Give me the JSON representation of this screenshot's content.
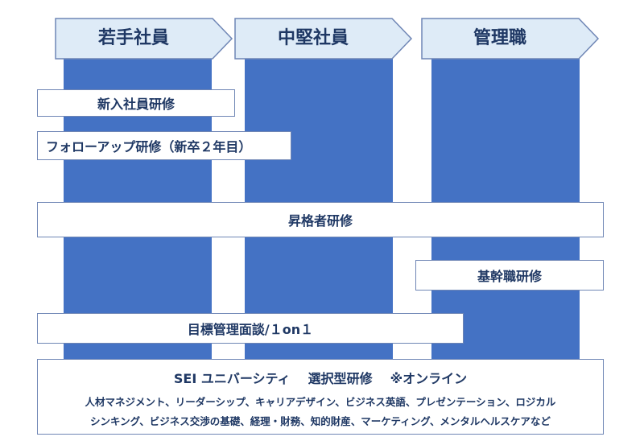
{
  "headers": [
    {
      "label": "若手社員"
    },
    {
      "label": "中堅社員"
    },
    {
      "label": "管理職"
    }
  ],
  "trainings": {
    "new_hire": "新入社員研修",
    "follow_up": "フォローアップ研修（新卒２年目）",
    "promotion": "昇格者研修",
    "core_manager": "基幹職研修",
    "goal_management": "目標管理面談/１on１"
  },
  "sei": {
    "title_main": "SEI ユニバーシティ",
    "title_sub": "選択型研修",
    "title_note": "※オンライン",
    "line1": "人材マネジメント、リーダーシップ、キャリアデザイン、ビジネス英語、プレゼンテーション、ロジカル",
    "line2": "シンキング、ビジネス交渉の基礎、経理・財務、知的財産、マーケティング、メンタルヘルスケアなど"
  },
  "colors": {
    "column_blue": "#4472c4",
    "header_fill": "#deebf7",
    "border": "#6f86b5",
    "text": "#1f3864"
  }
}
